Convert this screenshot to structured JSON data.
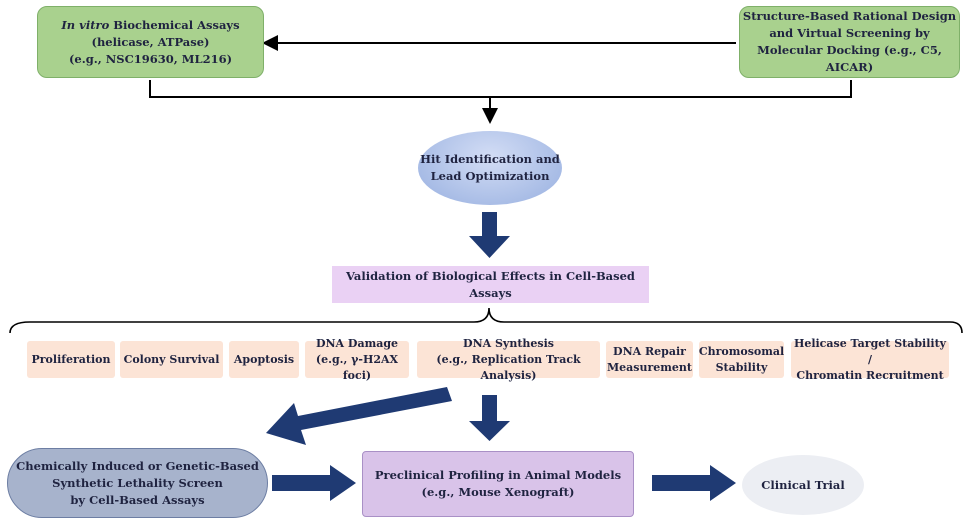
{
  "nodes": {
    "invitro": {
      "line1_italic": "In vitro",
      "line1_rest": " Biochemical Assays",
      "line2": "(helicase, ATPase)",
      "line3": "(e.g., NSC19630,  ML216)"
    },
    "structure": {
      "line1": "Structure-Based Rational Design",
      "line2": "and Virtual Screening by",
      "line3": "Molecular Docking (e.g., C5, AICAR)"
    },
    "hit": {
      "line1": "Hit Identification and",
      "line2": "Lead Optimization"
    },
    "validation": {
      "label": "Validation of Biological Effects in Cell-Based Assays"
    },
    "assays": [
      {
        "line1": "Proliferation",
        "line2": ""
      },
      {
        "line1": "Colony Survival",
        "line2": ""
      },
      {
        "line1": "Apoptosis",
        "line2": ""
      },
      {
        "line1": "DNA Damage",
        "line2": "(e.g., γ-H2AX foci)"
      },
      {
        "line1": "DNA Synthesis",
        "line2": "(e.g., Replication Track Analysis)"
      },
      {
        "line1": "DNA Repair",
        "line2": "Measurement"
      },
      {
        "line1": "Chromosomal",
        "line2": "Stability"
      },
      {
        "line1": "Helicase Target Stability /",
        "line2": "Chromatin Recruitment"
      }
    ],
    "lethality": {
      "line1": "Chemically Induced or Genetic-Based",
      "line2": "Synthetic Lethality Screen",
      "line3": "by Cell-Based Assays"
    },
    "preclinical": {
      "line1": "Preclinical Profiling in Animal Models",
      "line2": "(e.g., Mouse Xenograft)"
    },
    "clinical": {
      "label": "Clinical Trial"
    }
  },
  "colors": {
    "green_fill": "#a9d18e",
    "peach_fill": "#fce4d6",
    "lavender_fill": "#ead1f4",
    "preclinical_fill": "#d9c3e9",
    "blue_oval": "#a9bde6",
    "grey_oval": "#eceef3",
    "lethality_fill": "#a7b3cc",
    "arrow_navy": "#1f3a73",
    "text": "#1f2340"
  }
}
